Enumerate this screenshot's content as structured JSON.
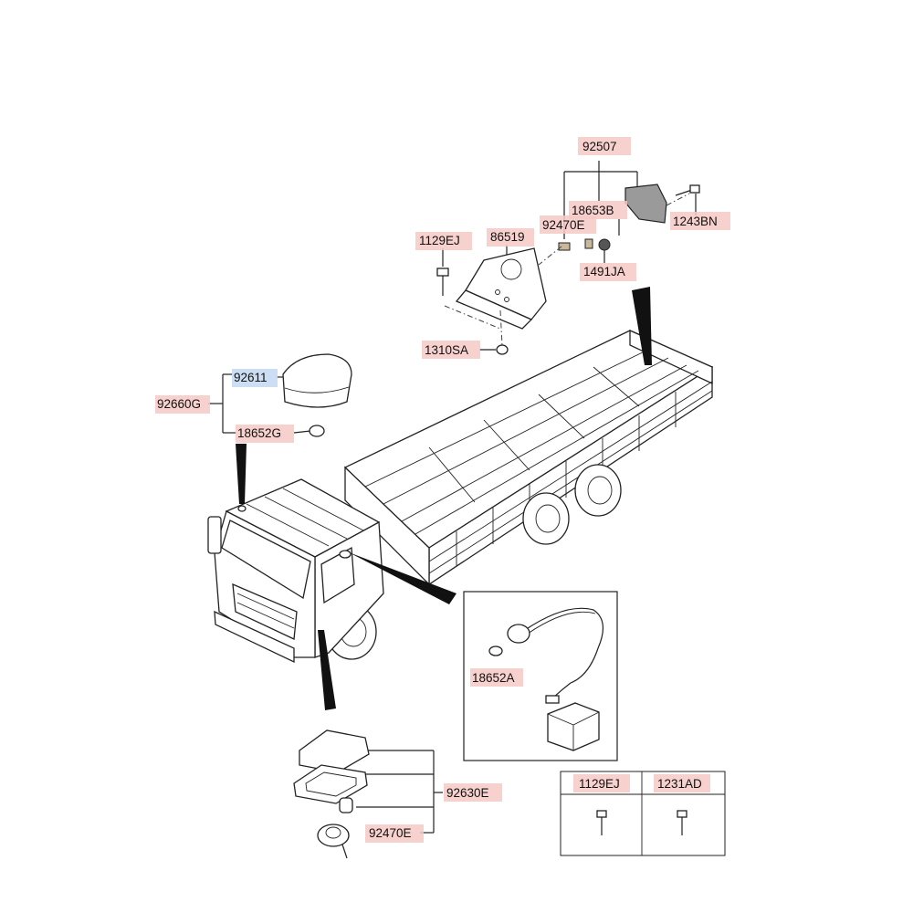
{
  "labels": {
    "p92507": "92507",
    "p18653B": "18653B",
    "p92470E_top": "92470E",
    "p1243BN": "1243BN",
    "p1129EJ_top": "1129EJ",
    "p86519": "86519",
    "p1491JA": "1491JA",
    "p1310SA": "1310SA",
    "p92611": "92611",
    "p92660G": "92660G",
    "p18652G": "18652G",
    "p18652A": "18652A",
    "p92630E": "92630E",
    "p92470E_bottom": "92470E"
  },
  "legend": {
    "col1": "1129EJ",
    "col2": "1231AD"
  },
  "highlight": {
    "default": "#f6c9c6",
    "selected": "#c9dcf3"
  }
}
